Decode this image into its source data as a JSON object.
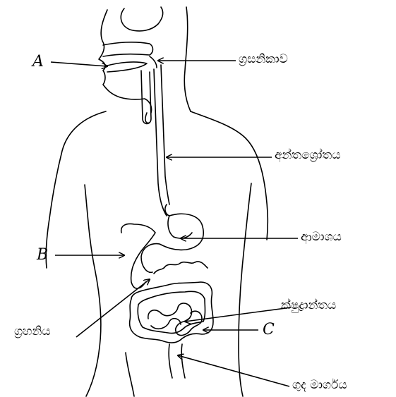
{
  "diagram": {
    "letters": {
      "a": "A",
      "b": "B",
      "c": "C"
    },
    "labels": {
      "pharynx": "ග්‍රසනිකාව",
      "esophagus": "අන්තශ්‍රෝතය",
      "stomach": "ආමාශය",
      "duodenum": "ග්‍රහනිය",
      "small_intestine": "ක්ෂුද්‍රාන්තය",
      "rectum": "ගුද මාර්ගය"
    },
    "colors": {
      "ink": "#000000",
      "background": "#ffffff"
    }
  }
}
